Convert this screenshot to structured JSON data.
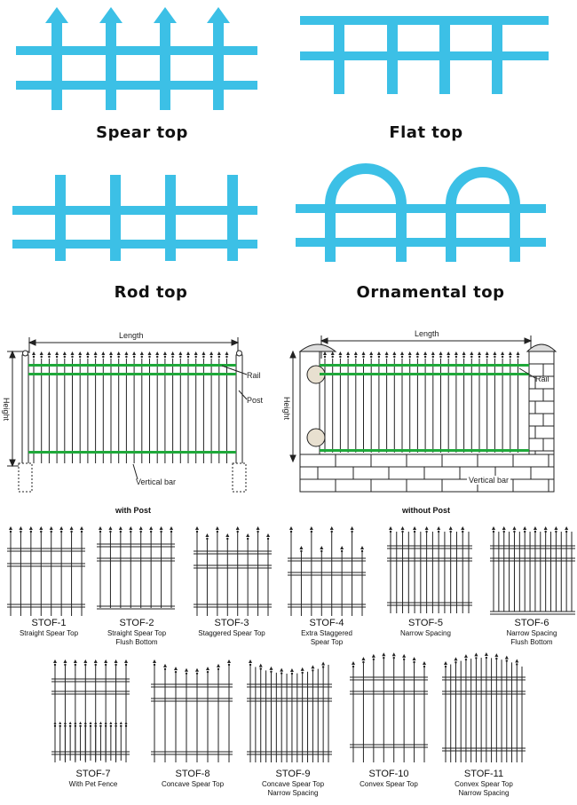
{
  "colors": {
    "accent": "#3cc0e6",
    "rail_green": "#1fa83a",
    "line": "#222222"
  },
  "top_styles": [
    {
      "key": "spear",
      "label": "Spear top"
    },
    {
      "key": "flat",
      "label": "Flat top"
    },
    {
      "key": "rod",
      "label": "Rod top"
    },
    {
      "key": "ornamental",
      "label": "Ornamental top"
    }
  ],
  "with_post": {
    "length_label": "Length",
    "height_label": "Height",
    "rail_label": "Rail",
    "post_label": "Post",
    "vertical_bar_label": "Vertical bar",
    "caption": "with Post"
  },
  "without_post": {
    "length_label": "Length",
    "height_label": "Height",
    "rail_label": "Rail",
    "vertical_bar_label": "Vertical bar",
    "caption": "without Post"
  },
  "models_row1": [
    {
      "code": "STOF-1",
      "desc": "Straight Spear Top"
    },
    {
      "code": "STOF-2",
      "desc": "Straight Spear Top Flush Bottom"
    },
    {
      "code": "STOF-3",
      "desc": "Staggered  Spear Top"
    },
    {
      "code": "STOF-4",
      "desc": "Extra Staggered Spear Top"
    },
    {
      "code": "STOF-5",
      "desc": "Narrow Spacing"
    },
    {
      "code": "STOF-6",
      "desc": "Narrow Spacing Flush Bottom"
    }
  ],
  "models_row2": [
    {
      "code": "STOF-7",
      "desc": "With Pet Fence"
    },
    {
      "code": "STOF-8",
      "desc": "Concave Spear Top"
    },
    {
      "code": "STOF-9",
      "desc": "Concave Spear Top Narrow Spacing"
    },
    {
      "code": "STOF-10",
      "desc": "Convex Spear Top"
    },
    {
      "code": "STOF-11",
      "desc": "Convex Spear Top Narrow Spacing"
    }
  ]
}
